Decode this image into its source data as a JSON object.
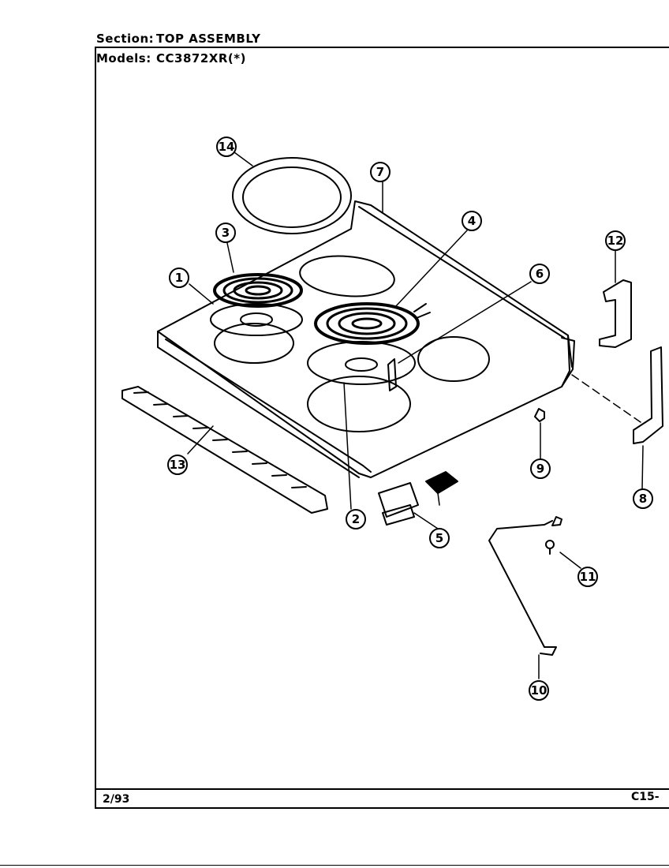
{
  "header": {
    "section_label": "Section:",
    "section_value": "TOP ASSEMBLY",
    "models_label": "Models:",
    "models_value": "CC3872XR(*)"
  },
  "footer": {
    "date": "2/93",
    "page_code": "C15-"
  },
  "callouts": [
    {
      "id": "callout-1",
      "number": "1"
    },
    {
      "id": "callout-2",
      "number": "2"
    },
    {
      "id": "callout-3",
      "number": "3"
    },
    {
      "id": "callout-4",
      "number": "4"
    },
    {
      "id": "callout-5",
      "number": "5"
    },
    {
      "id": "callout-6",
      "number": "6"
    },
    {
      "id": "callout-7",
      "number": "7"
    },
    {
      "id": "callout-8",
      "number": "8"
    },
    {
      "id": "callout-9",
      "number": "9"
    },
    {
      "id": "callout-10",
      "number": "10"
    },
    {
      "id": "callout-11",
      "number": "11"
    },
    {
      "id": "callout-12",
      "number": "12"
    },
    {
      "id": "callout-13",
      "number": "13"
    },
    {
      "id": "callout-14",
      "number": "14"
    }
  ]
}
